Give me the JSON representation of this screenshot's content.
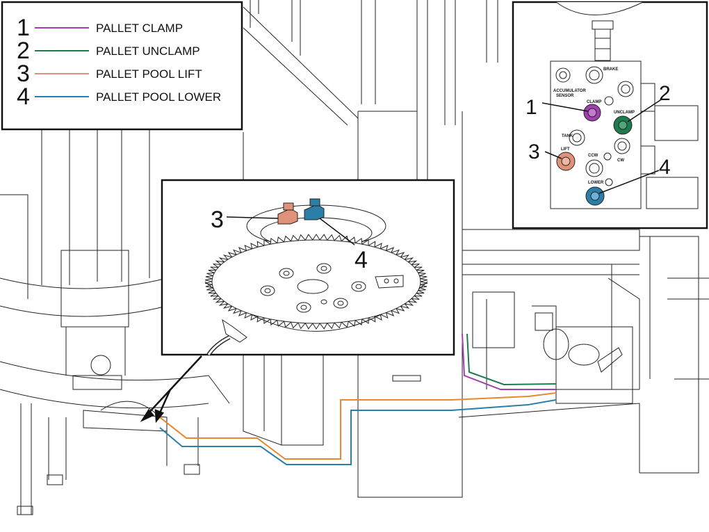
{
  "legend": {
    "items": [
      {
        "num": "1",
        "label": "PALLET CLAMP",
        "color": "#a23fb0"
      },
      {
        "num": "2",
        "label": "PALLET UNCLAMP",
        "color": "#1f7a4f"
      },
      {
        "num": "3",
        "label": "PALLET POOL LIFT",
        "color": "#e0917a"
      },
      {
        "num": "4",
        "label": "PALLET POOL LOWER",
        "color": "#2a7ea8"
      }
    ]
  },
  "manifold_inset": {
    "callouts": [
      "1",
      "2",
      "3",
      "4"
    ],
    "ports": {
      "accumulator": "ACCUMULATOR",
      "sensor": "SENSOR",
      "brake": "BRAKE",
      "clamp": "CLAMP",
      "unclamp": "UNCLAMP",
      "tank": "TANK",
      "lift": "LIFT",
      "ccw": "CCW",
      "cw": "CW",
      "lower": "LOWER"
    }
  },
  "gear_inset": {
    "callouts": [
      "3",
      "4"
    ]
  },
  "colors": {
    "clamp": "#a23fb0",
    "unclamp": "#1f7a4f",
    "lift_line": "#e8892c",
    "lower_line": "#2a7ea8",
    "lift_fitting": "#e0917a",
    "lower_fitting": "#2a7ea8"
  }
}
